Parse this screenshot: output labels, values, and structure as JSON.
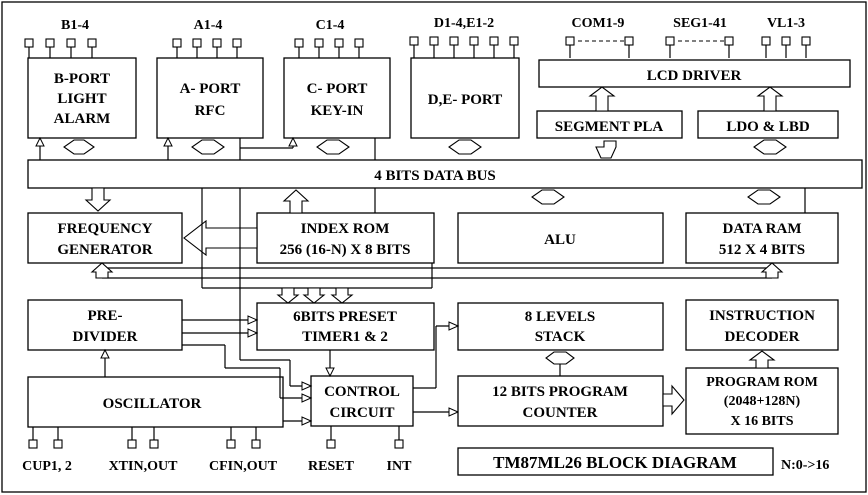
{
  "pins_top": {
    "b": "B1-4",
    "a": "A1-4",
    "c": "C1-4",
    "de": "D1-4,E1-2",
    "com": "COM1-9",
    "seg": "SEG1-41",
    "vl": "VL1-3"
  },
  "pins_bottom": {
    "cup": "CUP1, 2",
    "xtin": "XTIN,OUT",
    "cfin": "CFIN,OUT",
    "reset": "RESET",
    "int": "INT"
  },
  "blocks": {
    "bport": [
      "B-PORT",
      "LIGHT",
      "ALARM"
    ],
    "aport": [
      "A- PORT",
      "RFC"
    ],
    "cport": [
      "C- PORT",
      "KEY-IN"
    ],
    "deport": [
      "D,E- PORT"
    ],
    "lcd": [
      "LCD DRIVER"
    ],
    "segpla": [
      "SEGMENT PLA"
    ],
    "ldo": [
      "LDO & LBD"
    ],
    "bus": [
      "4 BITS DATA BUS"
    ],
    "freq": [
      "FREQUENCY",
      "GENERATOR"
    ],
    "indexrom": [
      "INDEX ROM",
      "256 (16-N) X 8 BITS"
    ],
    "alu": [
      "ALU"
    ],
    "dataram": [
      "DATA RAM",
      "512 X 4 BITS"
    ],
    "prediv": [
      "PRE-",
      "DIVIDER"
    ],
    "timer": [
      "6BITS PRESET",
      "TIMER1 & 2"
    ],
    "stack": [
      "8 LEVELS",
      "STACK"
    ],
    "instdec": [
      "INSTRUCTION",
      "DECODER"
    ],
    "osc": [
      "OSCILLATOR"
    ],
    "control": [
      "CONTROL",
      "CIRCUIT"
    ],
    "pc": [
      "12 BITS PROGRAM",
      "COUNTER"
    ],
    "progrom": [
      "PROGRAM ROM",
      "(2048+128N)",
      "X 16 BITS"
    ]
  },
  "title": "TM87ML26 BLOCK DIAGRAM",
  "note": "N:0->16"
}
